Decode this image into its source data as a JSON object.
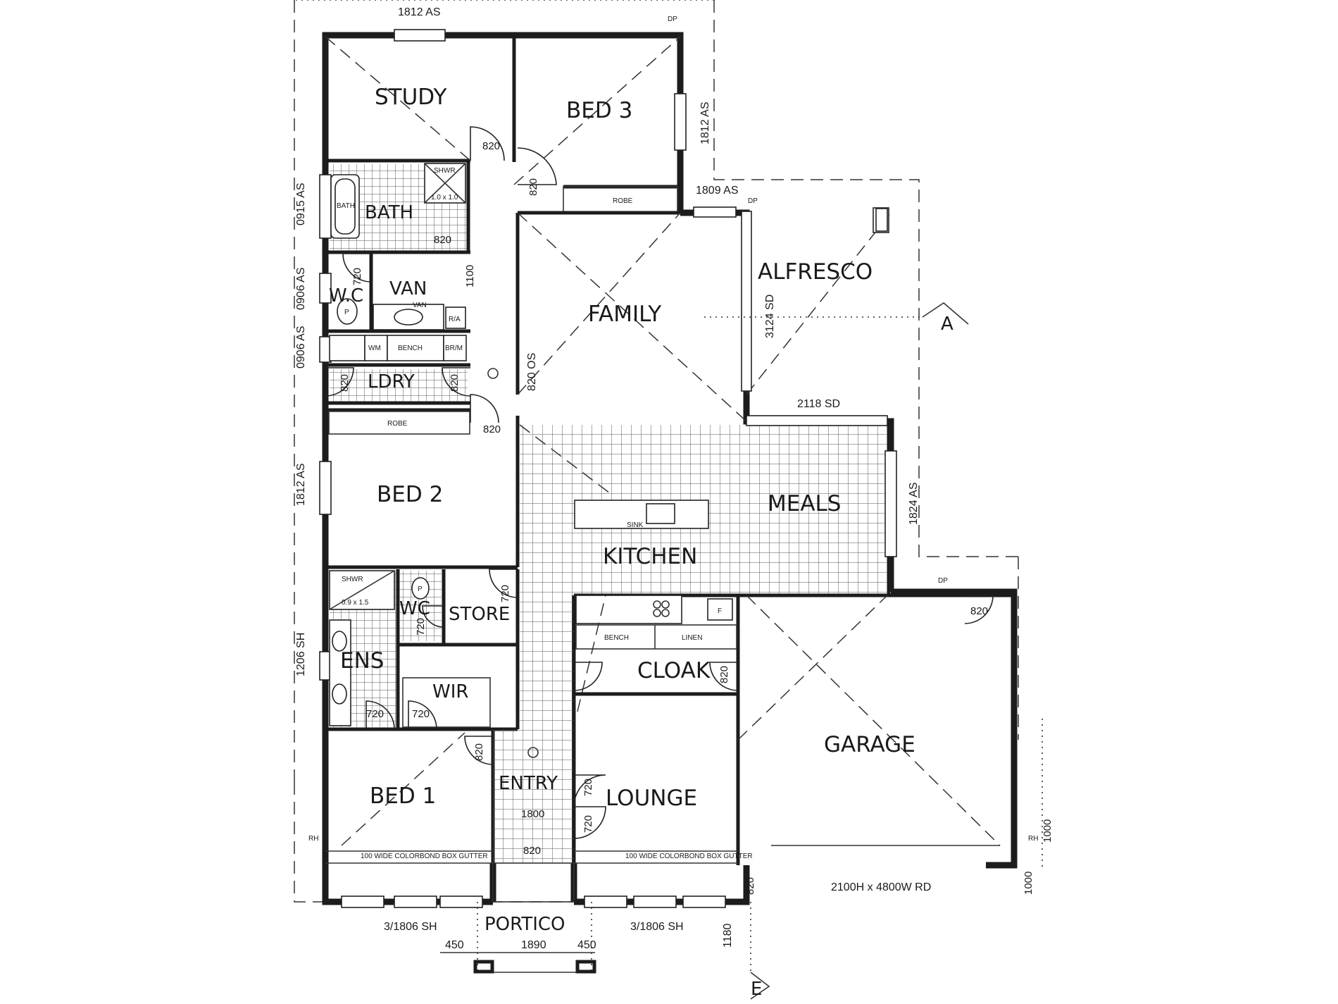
{
  "rooms": {
    "study": "STUDY",
    "bed3": "BED 3",
    "bath": "BATH",
    "van": "VAN",
    "wc_upper": "W.C",
    "ldry": "LDRY",
    "family": "FAMILY",
    "alfresco": "ALFRESCO",
    "bed2": "BED 2",
    "meals": "MEALS",
    "kitchen": "KITCHEN",
    "store": "STORE",
    "wc_lower": "WC",
    "ens": "ENS",
    "wir": "WIR",
    "cloak": "CLOAK",
    "garage": "GARAGE",
    "bed1": "BED 1",
    "entry": "ENTRY",
    "lounge": "LOUNGE",
    "portico": "PORTICO"
  },
  "fixtures": {
    "robe_bed3": "ROBE",
    "robe_bed2": "ROBE",
    "bench_ldry": "BENCH",
    "wm": "WM",
    "br_m": "BR/M",
    "r_a": "R/A",
    "shwr_upper": "SHWR",
    "shwr_lower": "SHWR",
    "bath_tub": "BATH",
    "shwr_size_upper": "1.0 x 1.0",
    "shwr_size_lower": "0.9 x 1.5",
    "sink": "SINK",
    "bench_cloak": "BENCH",
    "linen": "LINEN",
    "gutter_left": "100 WIDE COLORBOND BOX GUTTER",
    "gutter_right": "100 WIDE COLORBOND BOX GUTTER",
    "van_label": "VAN",
    "p_upper": "P",
    "p_lower": "P",
    "f": "F",
    "dp_1": "DP",
    "dp_2": "DP",
    "dp_3": "DP",
    "rh_left": "RH",
    "rh_right": "RH"
  },
  "dimensions": {
    "top_window": "1812 AS",
    "bed3_window": "1812 AS",
    "alfresco_window": "1809 AS",
    "bath_window": "0915 AS",
    "wc_window": "0906 AS",
    "ldry_window": "0906 AS",
    "bed2_window": "1812 AS",
    "ens_window": "1206 SH",
    "alfresco_side": "3124 SD",
    "alfresco_bottom": "2118 SD",
    "meals_window": "1824 AS",
    "family_door": "820 OS",
    "garage_door": "2100H x 4800W RD",
    "bed1_front": "3/1806 SH",
    "lounge_front": "3/1806 SH",
    "portico_width": "1890",
    "portico_left": "450",
    "portico_right": "450",
    "portico_depth": "1180",
    "entry_door": "1800",
    "portico_door": "820",
    "d_study": "820",
    "d_bed3": "820",
    "d_bath": "820",
    "d_wc": "720",
    "d_hall": "1100",
    "d_ldry_left": "820",
    "d_ldry_right": "820",
    "d_bed2": "820",
    "d_store": "720",
    "d_wc_lower": "720",
    "d_ens": "720",
    "d_wir": "720",
    "d_cloak": "820",
    "d_garage": "820",
    "d_bed1": "820",
    "d_lounge_1": "720",
    "d_lounge_2": "720",
    "d_garage_side": "820",
    "d_side_1": "1000",
    "d_side_2": "1000"
  },
  "markers": {
    "section_a": "A",
    "section_e": "E"
  }
}
